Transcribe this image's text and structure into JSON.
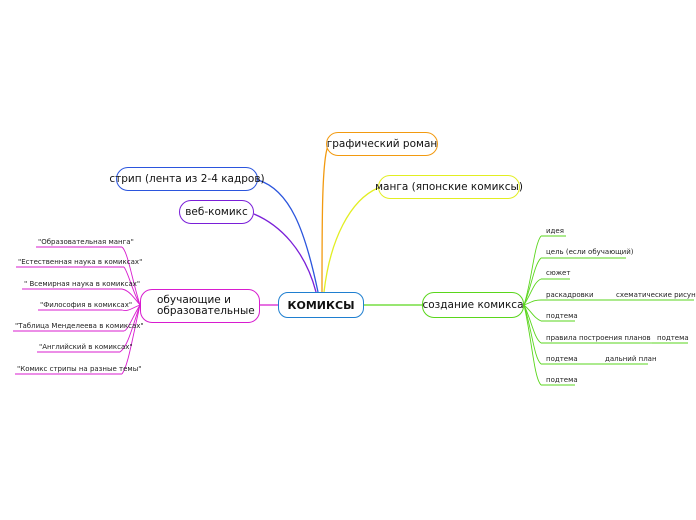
{
  "center": {
    "label": "КОМИКСЫ"
  },
  "topics": {
    "graphic_novel": "графический роман",
    "manga": "манга (японские комиксы)",
    "strip": "стрип (лента из 2-4 кадров)",
    "webcomic": "веб-комикс",
    "educational_line1": "обучающие и",
    "educational_line2": "образовательные",
    "creation": "создание комикса"
  },
  "educational_items": [
    "\"Образовательная манга\"",
    "\"Естественная наука в комиксах\"",
    "\" Всемирная наука в комиксах\"",
    "\"Философия в комиксах\"",
    "\"Таблица Менделеева в комиксах\"",
    "\"Английский в комиксах\"",
    "\"Комикс стрипы на разные темы\""
  ],
  "creation_items": [
    "идея",
    "цель (если обучающий)",
    "сюжет",
    "раскадровки",
    "подтема",
    "правила построения планов",
    "подтема",
    "подтема"
  ],
  "creation_subitems": {
    "storyboards_child": "схематические рисунки",
    "plans_child": "подтема",
    "subtopic_child": "дальний план"
  },
  "colors": {
    "center": "#1f7fd0",
    "graphic_novel": "#f29a10",
    "manga": "#e2ee22",
    "strip": "#2b55dd",
    "webcomic": "#7a1fd8",
    "educational": "#d81ccf",
    "creation": "#5ad61c"
  }
}
